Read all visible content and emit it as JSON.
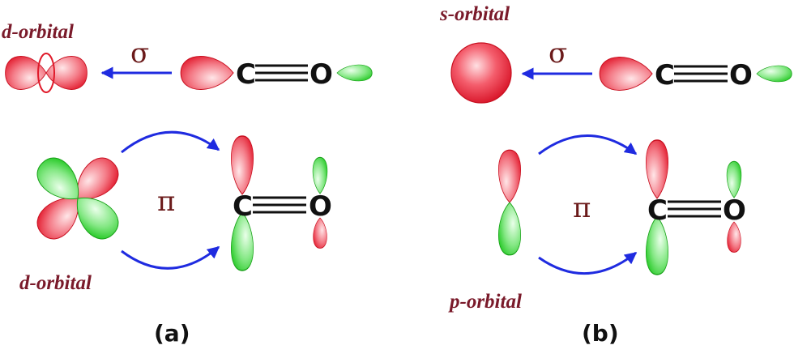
{
  "panel_a": {
    "top_label": "d-orbital",
    "sigma": "σ",
    "pi": "π",
    "bottom_label": "d-orbital",
    "panel_label": "(a)"
  },
  "panel_b": {
    "top_label": "s-orbital",
    "sigma": "σ",
    "pi": "π",
    "bottom_label": "p-orbital",
    "panel_label": "(b)"
  },
  "molecule": {
    "carbon": "C",
    "oxygen": "O"
  },
  "colors": {
    "lobe_red": "#e8192c",
    "lobe_green": "#2bd12b",
    "arrow_blue": "#1f2be0",
    "bond": "#111111",
    "label": "#7a1a2a"
  }
}
